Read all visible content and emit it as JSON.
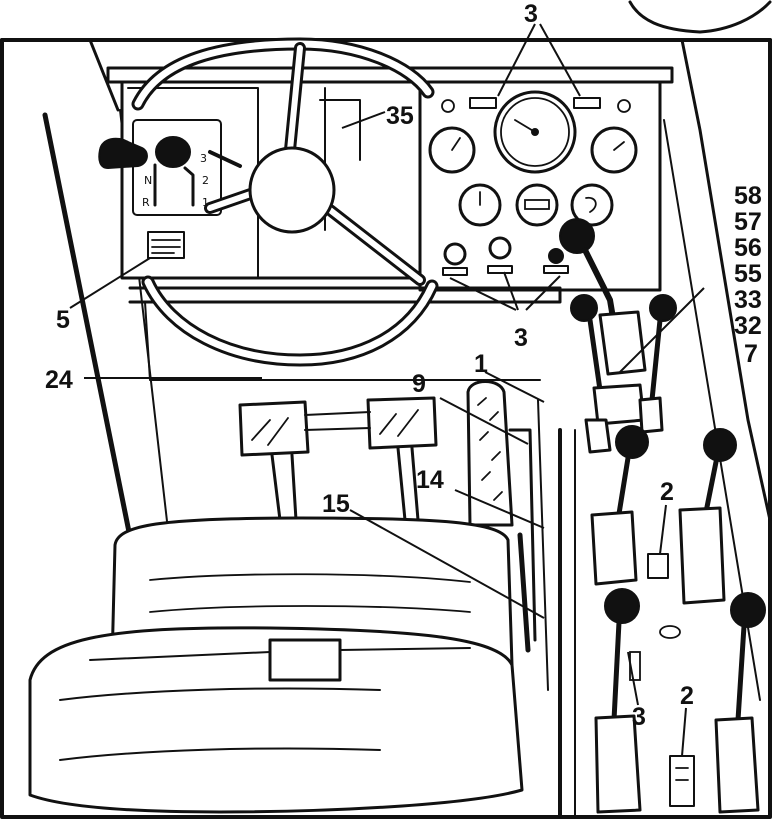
{
  "callouts": {
    "c3_top": "3",
    "c35": "35",
    "c58": "58",
    "c57": "57",
    "c56": "56",
    "c55": "55",
    "c33": "33",
    "c32": "32",
    "c7": "7",
    "c5": "5",
    "c3_mid": "3",
    "c24": "24",
    "c1": "1",
    "c9": "9",
    "c14": "14",
    "c15": "15",
    "c2_upper": "2",
    "c3_low": "3",
    "c2_lower": "2"
  },
  "shifter": {
    "gear_n": "N",
    "gear_r": "R",
    "gear_1": "1",
    "gear_2": "2",
    "gear_3": "3"
  }
}
